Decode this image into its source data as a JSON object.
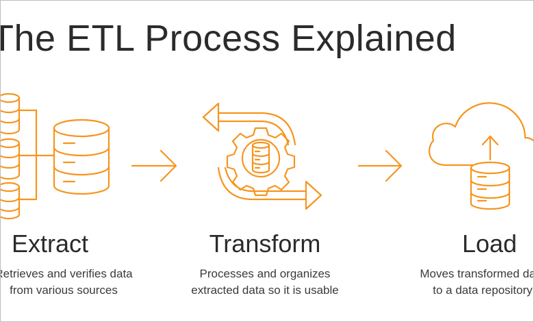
{
  "title": "The ETL Process Explained",
  "accent_color": "#f7941d",
  "stages": [
    {
      "name": "Extract",
      "icon": "database-stack-icon",
      "desc_line1": "Retrieves and verifies data",
      "desc_line2": "from various sources"
    },
    {
      "name": "Transform",
      "icon": "gear-cycle-icon",
      "desc_line1": "Processes and organizes",
      "desc_line2": "extracted data so it is usable"
    },
    {
      "name": "Load",
      "icon": "cloud-upload-icon",
      "desc_line1": "Moves transformed data",
      "desc_line2": "to a data repository"
    }
  ],
  "connectors": [
    "arrow-right-icon",
    "arrow-right-icon"
  ]
}
